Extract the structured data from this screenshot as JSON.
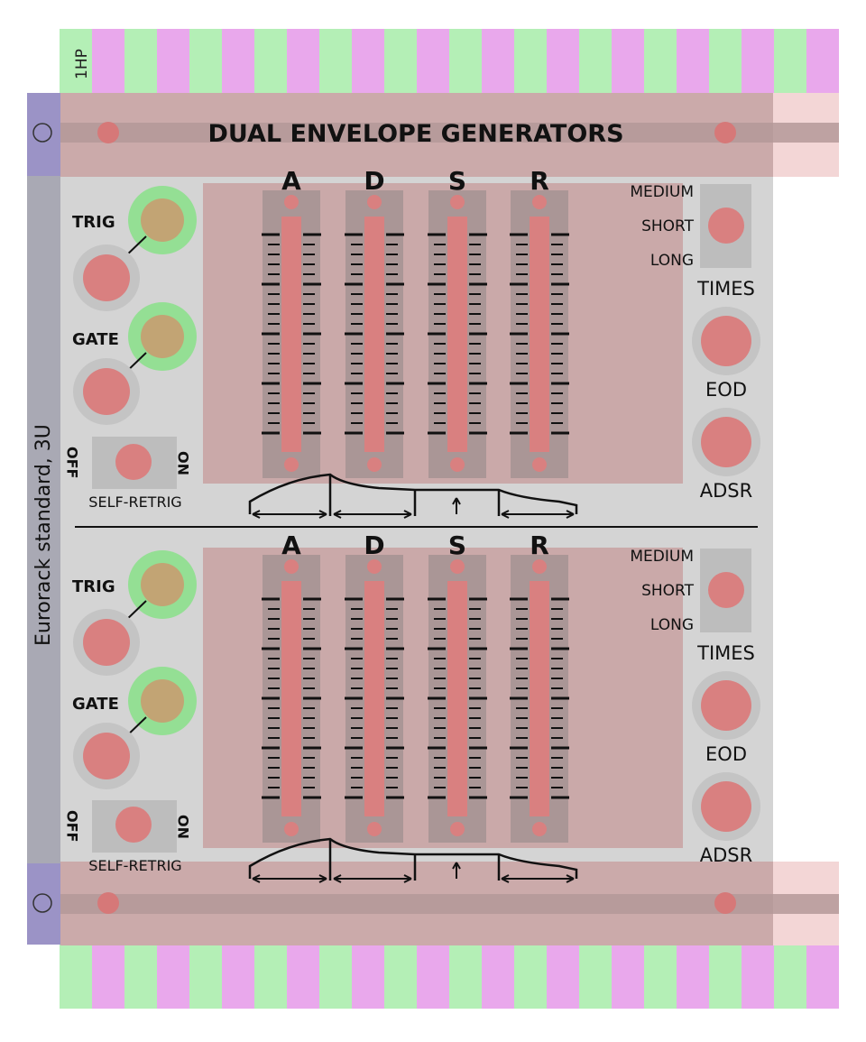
{
  "module": {
    "title": "DUAL ENVELOPE GENERATORS",
    "hp_label": "1HP",
    "rail_label": "Eurorack standard, 3U",
    "colors": {
      "panel": "#d4d4d4",
      "rail": "#a9a9a9",
      "rail_band": "#cbaaaa",
      "stripe_pink": "#e9a8ec",
      "stripe_green": "#b4efb6",
      "accent_red": "#d98080",
      "jack_green": "#94df94",
      "jack_core": "#c2a474",
      "slider_track": "#aa9696",
      "side_bar": "#9b93c6"
    }
  },
  "channels": [
    {
      "id": "upper",
      "inputs": {
        "trig": "TRIG",
        "gate": "GATE"
      },
      "sliders": [
        "A",
        "D",
        "S",
        "R"
      ],
      "range_switch": {
        "up": "MEDIUM",
        "mid": "SHORT",
        "down": "LONG",
        "name": "TIMES"
      },
      "outputs": {
        "eod": "EOD",
        "adsr": "ADSR"
      },
      "retrig": {
        "off": "OFF",
        "on": "ON",
        "name": "SELF-RETRIG"
      }
    },
    {
      "id": "lower",
      "inputs": {
        "trig": "TRIG",
        "gate": "GATE"
      },
      "sliders": [
        "A",
        "D",
        "S",
        "R"
      ],
      "range_switch": {
        "up": "MEDIUM",
        "mid": "SHORT",
        "down": "LONG",
        "name": "TIMES"
      },
      "outputs": {
        "eod": "EOD",
        "adsr": "ADSR"
      },
      "retrig": {
        "off": "OFF",
        "on": "ON",
        "name": "SELF-RETRIG"
      }
    }
  ]
}
